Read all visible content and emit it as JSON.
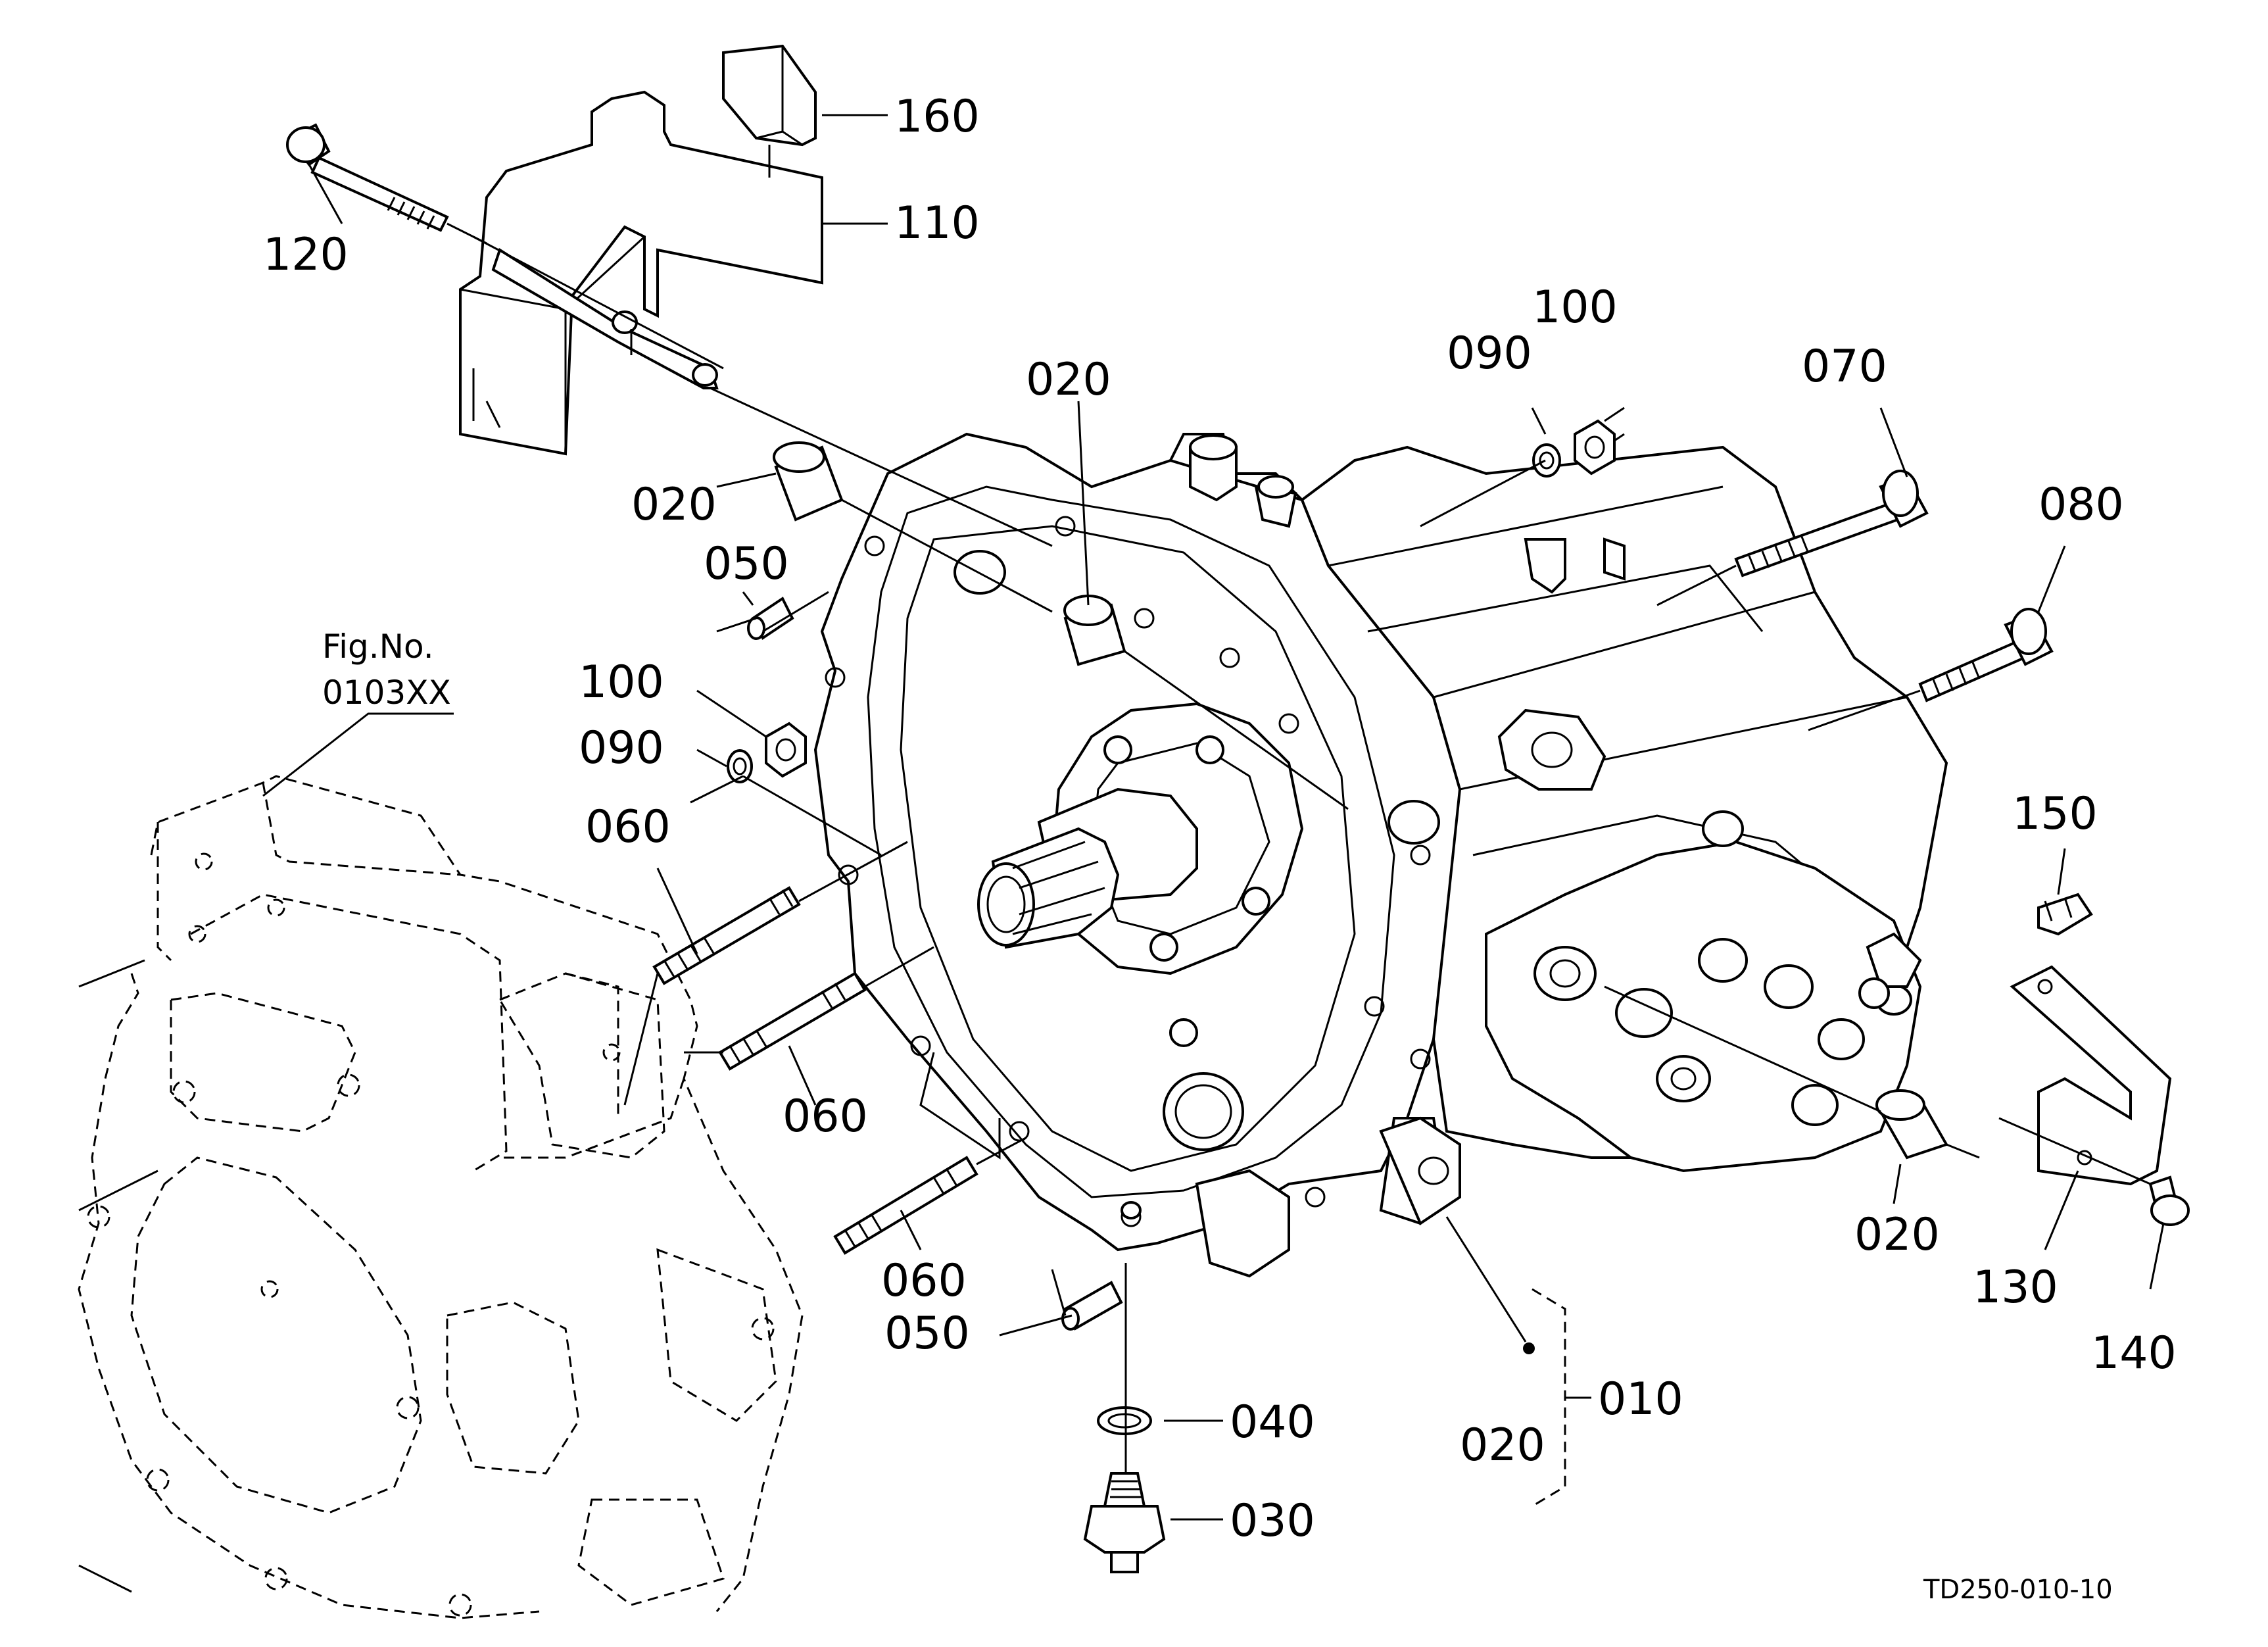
{
  "diagram": {
    "reference": {
      "line1": "Fig.No.",
      "line2": "0103XX"
    },
    "drawing_code": "TD250-010-10",
    "callouts": [
      {
        "id": "c160",
        "text": "160"
      },
      {
        "id": "c110",
        "text": "110"
      },
      {
        "id": "c120",
        "text": "120"
      },
      {
        "id": "c020a",
        "text": "020"
      },
      {
        "id": "c020b",
        "text": "020"
      },
      {
        "id": "c050a",
        "text": "050"
      },
      {
        "id": "c100a",
        "text": "100"
      },
      {
        "id": "c090a",
        "text": "090"
      },
      {
        "id": "c060a",
        "text": "060"
      },
      {
        "id": "c060b",
        "text": "060"
      },
      {
        "id": "c060c",
        "text": "060"
      },
      {
        "id": "c050b",
        "text": "050"
      },
      {
        "id": "c040",
        "text": "040"
      },
      {
        "id": "c030",
        "text": "030"
      },
      {
        "id": "c090b",
        "text": "090"
      },
      {
        "id": "c100b",
        "text": "100"
      },
      {
        "id": "c070",
        "text": "070"
      },
      {
        "id": "c080",
        "text": "080"
      },
      {
        "id": "c150",
        "text": "150"
      },
      {
        "id": "c020c",
        "text": "020"
      },
      {
        "id": "c130",
        "text": "130"
      },
      {
        "id": "c140",
        "text": "140"
      },
      {
        "id": "c010",
        "text": "010"
      },
      {
        "id": "c020d",
        "text": "020"
      }
    ]
  }
}
